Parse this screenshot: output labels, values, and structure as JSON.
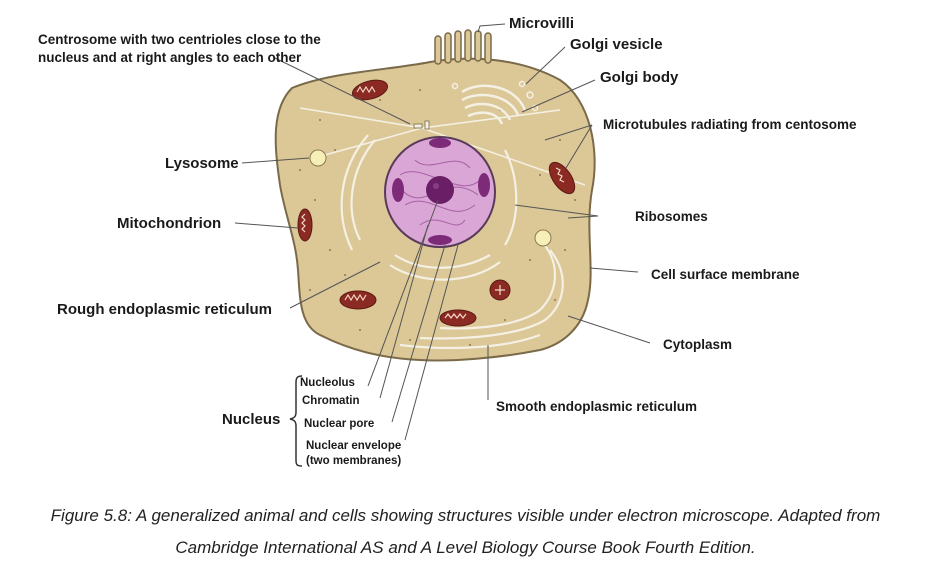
{
  "labels": {
    "centrosome_line1": "Centrosome with two centrioles close to the",
    "centrosome_line2": "nucleus and at right angles to each other",
    "microvilli": "Microvilli",
    "golgi_vesicle": "Golgi vesicle",
    "golgi_body": "Golgi body",
    "microtubules": "Microtubules radiating from centosome",
    "lysosome": "Lysosome",
    "ribosomes": "Ribosomes",
    "mitochondrion": "Mitochondrion",
    "cell_surface_membrane": "Cell surface membrane",
    "rough_er": "Rough endoplasmic reticulum",
    "cytoplasm": "Cytoplasm",
    "nucleus": "Nucleus",
    "nucleolus": "Nucleolus",
    "chromatin": "Chromatin",
    "nuclear_pore": "Nuclear pore",
    "nuclear_envelope_line1": "Nuclear envelope",
    "nuclear_envelope_line2": "(two membranes)",
    "smooth_er": "Smooth endoplasmic reticulum"
  },
  "caption": {
    "line1": "Figure 5.8: A generalized animal and cells showing structures visible under electron microscope. Adapted from",
    "line2": "Cambridge International AS and A Level Biology Course Book Fourth Edition."
  },
  "colors": {
    "cytoplasm": "#dcc796",
    "membrane": "#7a6a4a",
    "nucleus": "#d9a6d6",
    "chromatin": "#7d2a78",
    "mitochondrion": "#8a2a22",
    "lysosome": "#f6f0b8",
    "organelle_line": "#f4f0e4"
  }
}
